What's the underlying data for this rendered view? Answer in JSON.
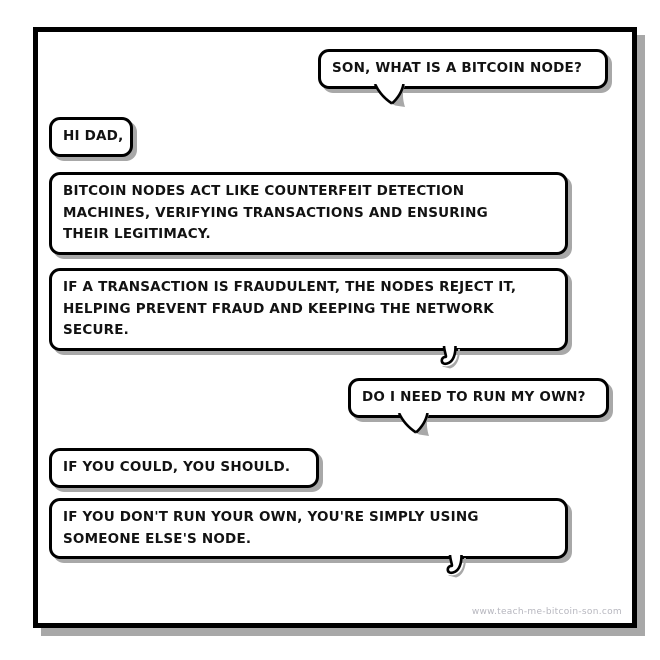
{
  "comic": {
    "title": "bitcoin-node-father-son-comic",
    "bubbles": [
      {
        "id": "dad-question-node",
        "speaker": "dad",
        "align": "right",
        "tail": "swoosh-down",
        "lines": [
          "SON, WHAT IS A BITCOIN NODE?"
        ]
      },
      {
        "id": "son-greeting",
        "speaker": "son",
        "align": "left",
        "tail": "none",
        "lines": [
          "HI DAD,"
        ]
      },
      {
        "id": "son-explain-counterfeit",
        "speaker": "son",
        "align": "left",
        "tail": "none",
        "lines": [
          "BITCOIN NODES ACT LIKE COUNTERFEIT DETECTION",
          "MACHINES, VERIFYING TRANSACTIONS AND ENSURING",
          "THEIR LEGITIMACY."
        ]
      },
      {
        "id": "son-explain-fraud",
        "speaker": "son",
        "align": "left",
        "tail": "hook-down",
        "lines": [
          "IF A TRANSACTION IS FRAUDULENT, THE NODES REJECT IT,",
          "HELPING PREVENT FRAUD AND KEEPING THE NETWORK",
          "SECURE."
        ]
      },
      {
        "id": "dad-question-run-own",
        "speaker": "dad",
        "align": "right",
        "tail": "swoosh-down",
        "lines": [
          "DO I NEED TO RUN MY OWN?"
        ]
      },
      {
        "id": "son-answer-should",
        "speaker": "son",
        "align": "left",
        "tail": "none",
        "lines": [
          "IF YOU COULD, YOU SHOULD."
        ]
      },
      {
        "id": "son-answer-someone-elses",
        "speaker": "son",
        "align": "left",
        "tail": "hook-down",
        "lines": [
          "IF YOU DON'T RUN YOUR OWN, YOU'RE SIMPLY USING",
          "SOMEONE ELSE'S NODE."
        ]
      }
    ],
    "watermark": "www.teach-me-bitcoin-son.com",
    "colors": {
      "ink": "#000000",
      "paper": "#ffffff",
      "shadow": "#a8a8a8",
      "watermark_text": "#b6b6be"
    }
  }
}
